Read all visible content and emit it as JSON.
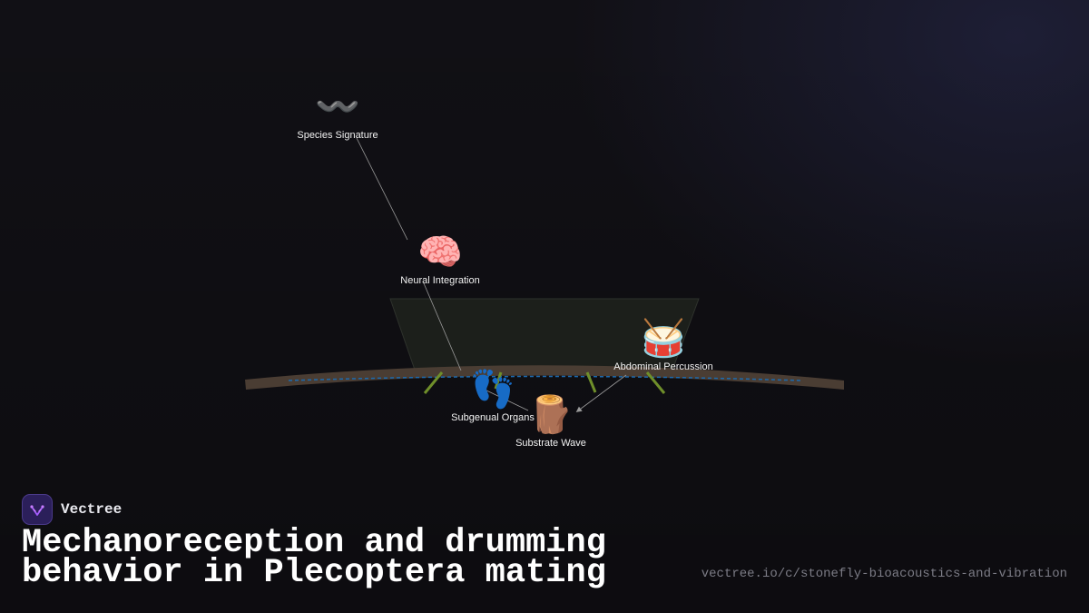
{
  "brand": {
    "name": "Vectree",
    "accent": "#a45cff"
  },
  "title": {
    "line1": "Mechanoreception and drumming",
    "line2": "behavior in Plecoptera mating"
  },
  "url": "vectree.io/c/stonefly-bioacoustics-and-vibration",
  "diagram": {
    "nodes": [
      {
        "id": "species-signature",
        "label": "Species Signature",
        "icon": "wave-icon",
        "glyph": "〰️"
      },
      {
        "id": "neural-integration",
        "label": "Neural Integration",
        "icon": "brain-icon",
        "glyph": "🧠"
      },
      {
        "id": "abdominal-percussion",
        "label": "Abdominal Percussion",
        "icon": "drum-icon",
        "glyph": "🥁"
      },
      {
        "id": "subgenual-organs",
        "label": "Subgenual Organs",
        "icon": "footprints-icon",
        "glyph": "👣"
      },
      {
        "id": "substrate-wave",
        "label": "Substrate Wave",
        "icon": "log-icon",
        "glyph": "🪵"
      }
    ],
    "colors": {
      "branch": "#4a3d33",
      "leg": "#6f8f2a",
      "body": "#1c1f1b",
      "signal": "#1c6bb0",
      "connector": "#9a9a9a"
    }
  }
}
